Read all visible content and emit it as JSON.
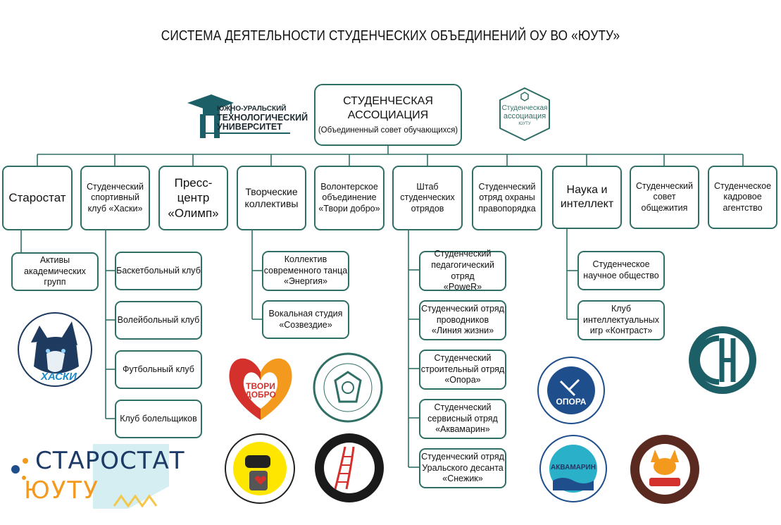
{
  "title": "СИСТЕМА ДЕЯТЕЛЬНОСТИ СТУДЕНЧЕСКИХ ОБЪЕДИНЕНИЙ ОУ ВО «ЮУТУ»",
  "root": {
    "line1": "СТУДЕНЧЕСКАЯ",
    "line2": "АССОЦИАЦИЯ",
    "line3": "(Объединенный совет обучающихся)"
  },
  "top_boxes": [
    [
      "Старостат"
    ],
    [
      "Студенческий",
      "спортивный",
      "клуб «Хаски»"
    ],
    [
      "Пресс-",
      "центр",
      "«Олимп»"
    ],
    [
      "Творческие",
      "коллективы"
    ],
    [
      "Волонтерское",
      "объединение",
      "«Твори добро»"
    ],
    [
      "Штаб",
      "студенческих",
      "отрядов"
    ],
    [
      "Студенческий",
      "отряд охраны",
      "правопорядка"
    ],
    [
      "Наука и",
      "интеллект"
    ],
    [
      "Студенческий",
      "совет",
      "общежития"
    ],
    [
      "Студенческое",
      "кадровое",
      "агентство"
    ]
  ],
  "starostat_children": [
    [
      "Активы",
      "академических групп"
    ]
  ],
  "sport_children": [
    [
      "Баскетбольный клуб"
    ],
    [
      "Волейбольный клуб"
    ],
    [
      "Футбольный клуб"
    ],
    [
      "Клуб болельщиков"
    ]
  ],
  "creative_children": [
    [
      "Коллектив",
      "современного танца",
      "«Энергия»"
    ],
    [
      "Вокальная студия",
      "«Созвездие»"
    ]
  ],
  "hq_children": [
    [
      "Студенческий",
      "педагогический отряд",
      "«PoweR»"
    ],
    [
      "Студенческий отряд",
      "проводников",
      "«Линия жизни»"
    ],
    [
      "Студенческий",
      "строительный отряд",
      "«Опора»"
    ],
    [
      "Студенческий",
      "сервисный отряд",
      "«Аквамарин»"
    ],
    [
      "Студенческий отряд",
      "Уральского десанта",
      "«Снежик»"
    ]
  ],
  "science_children": [
    [
      "Студенческое",
      "научное общество"
    ],
    [
      "Клуб",
      "интеллектуальных",
      "игр «Контраст»"
    ]
  ],
  "logos": {
    "yutu": [
      "ЮЖНО-УРАЛЬСКИЙ",
      "ТЕХНОЛОГИЧЕСКИЙ",
      "УНИВЕРСИТЕТ"
    ],
    "sa": [
      "Студенческая",
      "ассоциация",
      "ЮУТУ"
    ],
    "husky": "ХАСКИ",
    "tvori": [
      "ТВОРИ",
      "ДОБРО"
    ],
    "opora": "ОПОРА",
    "akvamarin": "АКВАМАРИН",
    "starostat": [
      "СТАРОСТАТ",
      "ЮУТУ"
    ]
  },
  "colors": {
    "border": "#2f6f66",
    "teal": "#1d5f66",
    "red": "#d4312c",
    "orange": "#f39a1e",
    "navy": "#1e4f8c"
  }
}
